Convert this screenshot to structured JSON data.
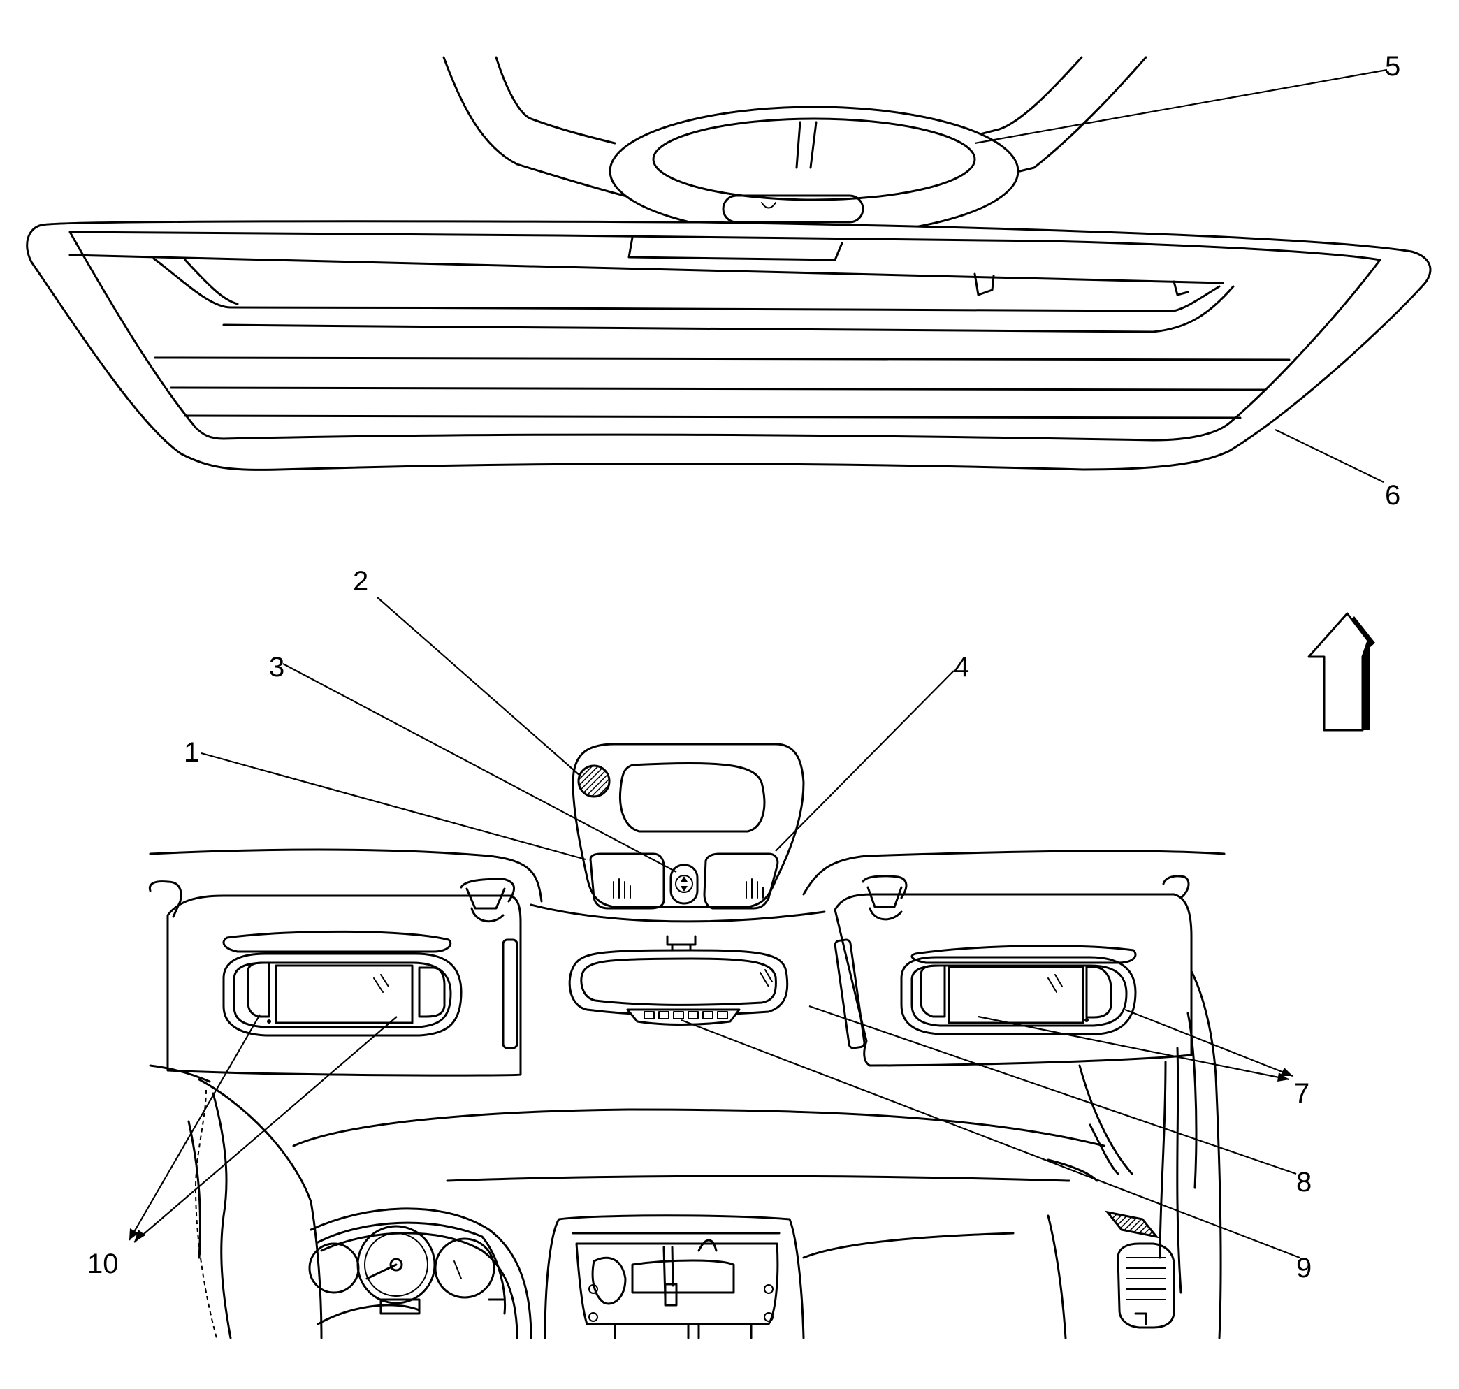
{
  "colors": {
    "line": "#000000",
    "background": "#ffffff"
  },
  "callouts": [
    {
      "id": "1",
      "label": "1"
    },
    {
      "id": "2",
      "label": "2"
    },
    {
      "id": "3",
      "label": "3"
    },
    {
      "id": "4",
      "label": "4"
    },
    {
      "id": "5",
      "label": "5"
    },
    {
      "id": "6",
      "label": "6"
    },
    {
      "id": "7",
      "label": "7"
    },
    {
      "id": "8",
      "label": "8"
    },
    {
      "id": "9",
      "label": "9"
    },
    {
      "id": "10",
      "label": "10"
    }
  ],
  "icons": {
    "direction": "up-arrow-icon"
  }
}
